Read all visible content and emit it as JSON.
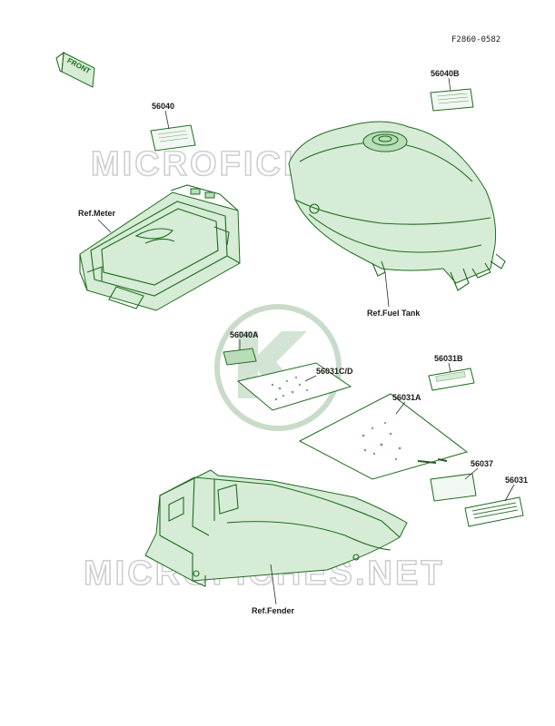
{
  "figure_code": "F2860-0582",
  "front_label": "FRONT",
  "watermark": "MICROFICHES.NET",
  "logo_text": "Kawasaki",
  "parts": [
    {
      "id": "p56040",
      "label": "56040"
    },
    {
      "id": "p56040B",
      "label": "56040B"
    },
    {
      "id": "p56040A",
      "label": "56040A"
    },
    {
      "id": "p56031CD",
      "label": "56031C/D"
    },
    {
      "id": "p56031B",
      "label": "56031B"
    },
    {
      "id": "p56031A",
      "label": "56031A"
    },
    {
      "id": "p56037",
      "label": "56037"
    },
    {
      "id": "p56031",
      "label": "56031"
    }
  ],
  "refs": {
    "meter": "Ref.Meter",
    "fuel_tank": "Ref.Fuel Tank",
    "fender": "Ref.Fender"
  },
  "colors": {
    "line": "#1f6d1f",
    "fill": "#d6ecd6",
    "logo": "#c9dcc9"
  }
}
